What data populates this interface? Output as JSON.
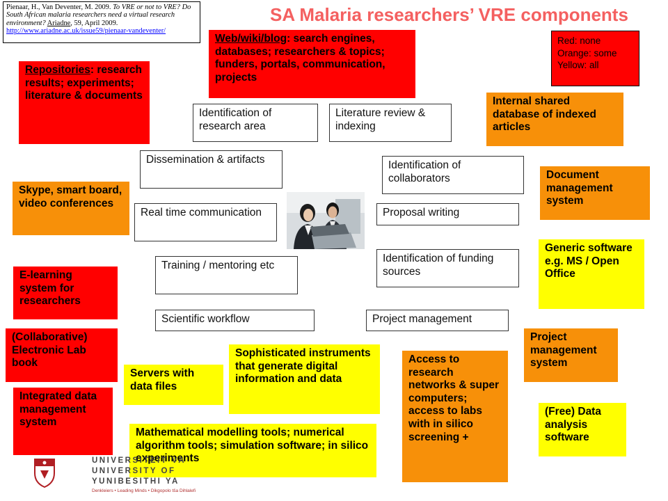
{
  "title": "SA Malaria researchers’ VRE components",
  "citation": {
    "authors": "Pienaar, H., Van Deventer, M. 2009.",
    "article": "To VRE or not to VRE? Do South African malaria researchers need a virtual research environment?",
    "journal": "Ariadne",
    "issue": ", 59, April 2009.",
    "url": "http://www.ariadne.ac.uk/issue59/pienaar-vandeventer/"
  },
  "legend": {
    "red": "Red: none",
    "orange": "Orange: some",
    "yellow": "Yellow: all"
  },
  "components": {
    "web": {
      "head": "Web/wiki/blog",
      "rest": ": search engines, databases; researchers & topics; funders, portals, communication, projects"
    },
    "repositories": {
      "head": "Repositories",
      "rest": ": research results; experiments; literature & documents"
    },
    "internal_db": "Internal shared database of indexed articles",
    "doc_mgmt": "Document management system",
    "skype": "Skype, smart board, video conferences",
    "generic_sw": "Generic software e.g. MS / Open Office",
    "elearning": "E-learning system for researchers",
    "lab_book": "(Collaborative) Electronic Lab book",
    "proj_mgmt_sys": "Project management system",
    "servers": "Servers with data files",
    "instruments": "Sophisticated instruments that generate digital information and data",
    "access_networks": "Access to research networks & super computers; access to labs with in silico screening +",
    "integrated_data": "Integrated data management system",
    "data_analysis": "(Free) Data analysis software",
    "math_tools": "Mathematical modelling tools; numerical algorithm tools; simulation software; in silico experiments"
  },
  "activities": {
    "identification_area": "Identification of research area",
    "literature_review": "Literature review & indexing",
    "dissemination": "Dissemination & artifacts",
    "identification_collab": "Identification of collaborators",
    "real_time": "Real time communication",
    "proposal": "Proposal writing",
    "training": "Training / mentoring etc",
    "funding": "Identification of funding sources",
    "workflow": "Scientific workflow",
    "project_mgmt": "Project management"
  },
  "logo": {
    "line1": "UNIVERSITEIT VA",
    "line2": "UNIVERSITY OF",
    "line3": "YUNIBESITHI YA",
    "motto": "Denkleiers • Leading Minds • Dikgopolo tša Dihlalefi"
  },
  "colors": {
    "red": "#ff0000",
    "orange": "#f79009",
    "yellow": "#ffff00",
    "title": "#f46060"
  }
}
